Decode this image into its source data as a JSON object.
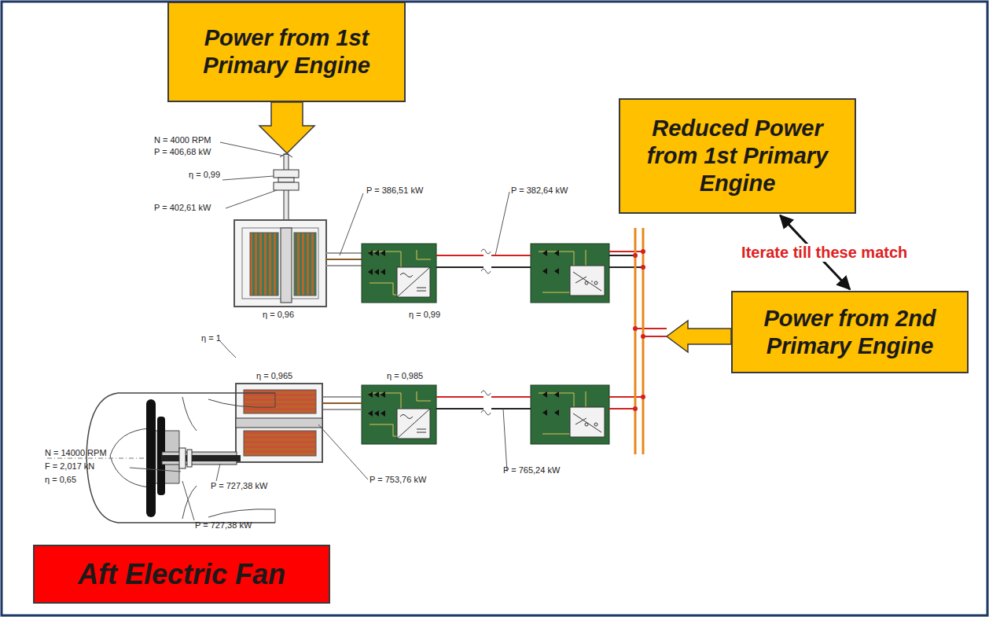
{
  "diagram": {
    "nodes": [
      {
        "text": [
          "Power from 1st Primary Engine"
        ]
      },
      {
        "text": [
          "Reduced Power from 1st Primary Engine"
        ]
      },
      {
        "text": [
          "Power from 2nd Primary Engine"
        ]
      },
      {
        "text": [
          "Aft Electric Fan"
        ]
      }
    ],
    "edges": [
      {
        "from": 1,
        "to": 2,
        "arrow": "both",
        "label": "Iterate till these match"
      }
    ],
    "labels": [
      "N = 4000 RPM",
      "P = 406,68 kW",
      "η = 0,99",
      "P = 402,61 kW",
      "P = 386,51 kW",
      "η = 0,96",
      "η = 0,99",
      "P = 382,64 kW",
      "η = 1",
      "η = 0,965",
      "η = 0,985",
      "N = 14000 RPM",
      "F = 2,017 kN",
      "η = 0,65",
      "P = 727,38 kW",
      "P = 753,76 kW",
      "P = 765,24 kW",
      "P = 727,38 kW"
    ]
  }
}
